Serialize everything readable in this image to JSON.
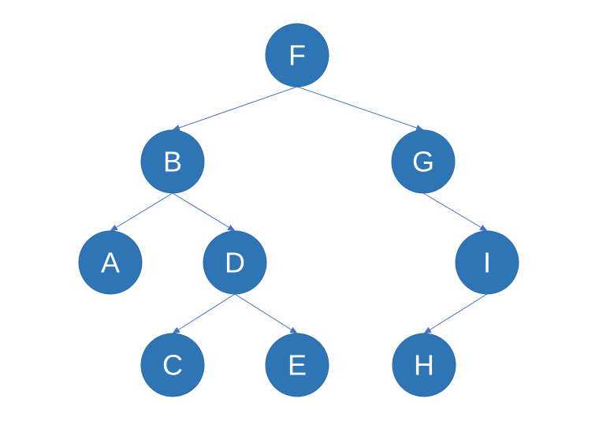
{
  "colors": {
    "node_fill": "#2e75b6",
    "edge": "#4472c4",
    "label": "#ffffff"
  },
  "nodes": [
    {
      "id": "F",
      "label": "F"
    },
    {
      "id": "B",
      "label": "B"
    },
    {
      "id": "G",
      "label": "G"
    },
    {
      "id": "A",
      "label": "A"
    },
    {
      "id": "D",
      "label": "D"
    },
    {
      "id": "I",
      "label": "I"
    },
    {
      "id": "C",
      "label": "C"
    },
    {
      "id": "E",
      "label": "E"
    },
    {
      "id": "H",
      "label": "H"
    }
  ],
  "edges": [
    {
      "from": "F",
      "to": "B"
    },
    {
      "from": "F",
      "to": "G"
    },
    {
      "from": "B",
      "to": "A"
    },
    {
      "from": "B",
      "to": "D"
    },
    {
      "from": "G",
      "to": "I"
    },
    {
      "from": "D",
      "to": "C"
    },
    {
      "from": "D",
      "to": "E"
    },
    {
      "from": "I",
      "to": "H"
    }
  ]
}
